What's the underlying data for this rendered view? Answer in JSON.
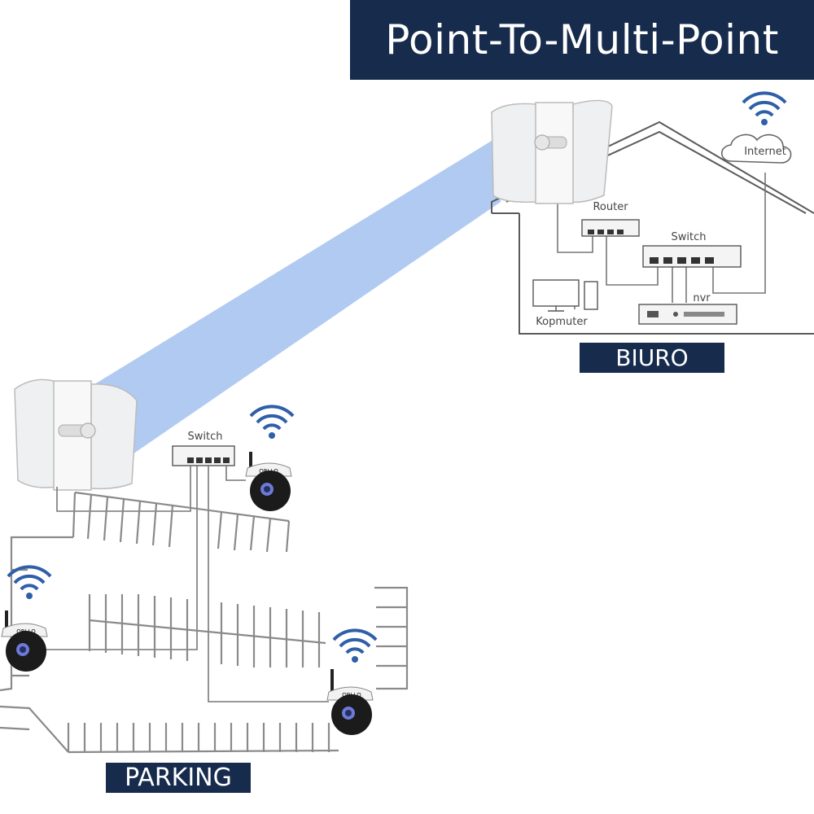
{
  "title": "Point-To-Multi-Point",
  "labels": {
    "biuro": "BIURO",
    "parking": "PARKING",
    "router": "Router",
    "switch_office": "Switch",
    "switch_parking": "Switch",
    "internet": "Internet",
    "nvr": "nvr",
    "computer": "Kopmuter",
    "camera_brand": "ORLLO"
  },
  "colors": {
    "banner": "#172b4d",
    "link_beam": "#a8c4f0",
    "wifi": "#2f5fa8"
  },
  "icons": [
    "wifi-icon",
    "cloud-icon",
    "router-icon",
    "switch-icon",
    "antenna-icon",
    "camera-icon",
    "monitor-icon",
    "nvr-icon"
  ]
}
